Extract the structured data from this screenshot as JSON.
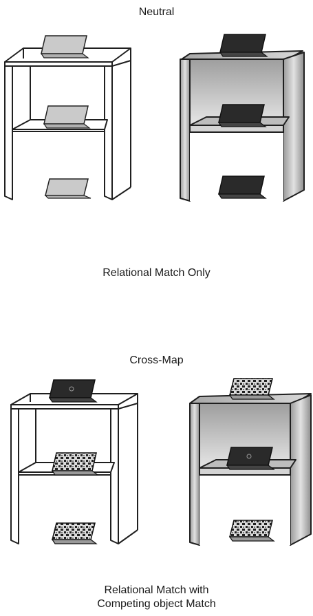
{
  "labels": {
    "neutral": "Neutral",
    "relational_only": "Relational Match Only",
    "cross_map": "Cross-Map",
    "competing_line1": "Relational Match with",
    "competing_line2": "Competing object Match"
  },
  "colors": {
    "outline": "#1f1f1f",
    "white_shelf": "#ffffff",
    "gray_shelf": "#c9c9c9",
    "light_object": "#c8c8c8",
    "dark_object": "#2a2a2a"
  },
  "shelves": {
    "neutral_left": {
      "style": "white",
      "objects": [
        "light-laptop",
        "light-laptop",
        "light-laptop"
      ]
    },
    "neutral_right": {
      "style": "gray",
      "objects": [
        "dark-laptop",
        "dark-laptop",
        "dark-laptop"
      ]
    },
    "cross_left": {
      "style": "white",
      "objects": [
        "dark-laptop",
        "patterned-laptop",
        "patterned-laptop"
      ]
    },
    "cross_right": {
      "style": "gray",
      "objects": [
        "patterned-laptop",
        "dark-laptop",
        "patterned-laptop"
      ]
    }
  }
}
